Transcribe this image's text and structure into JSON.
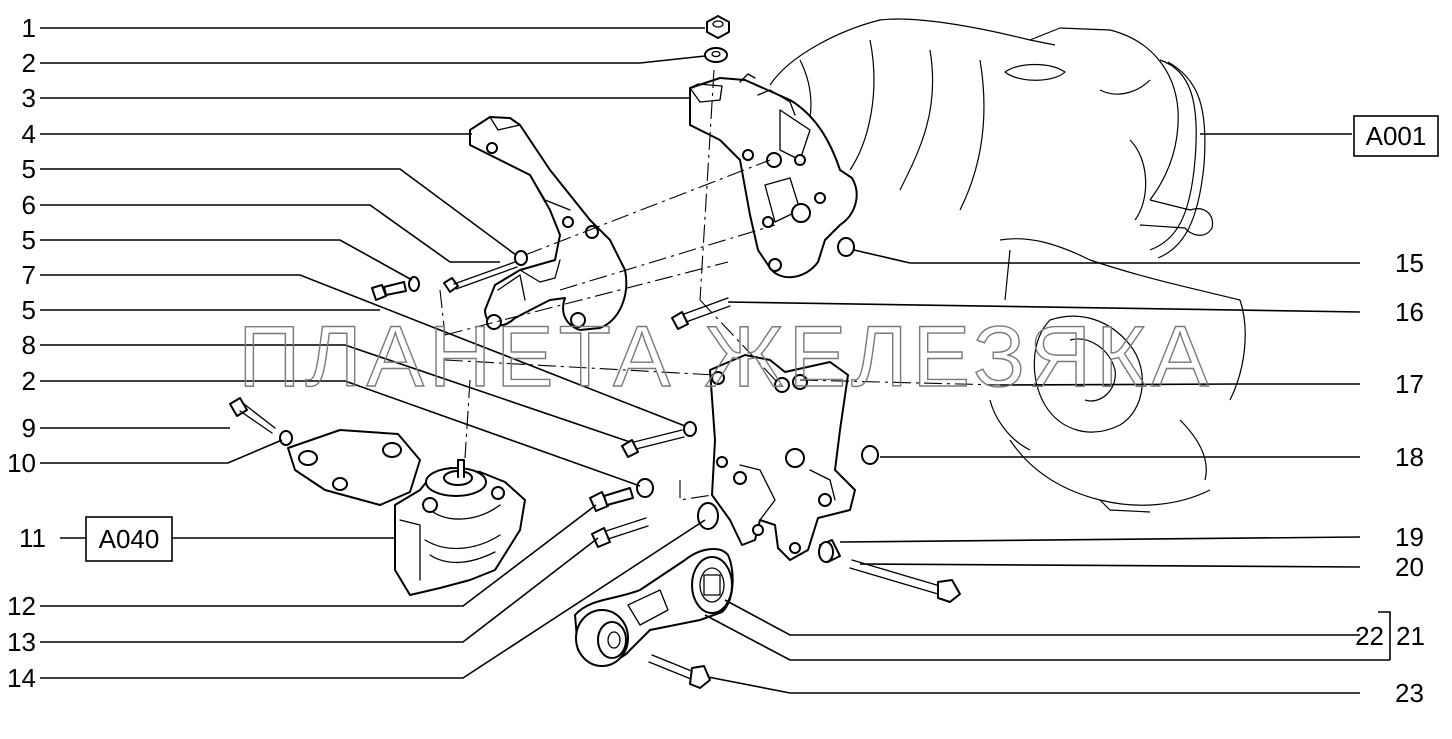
{
  "callouts_left": [
    "1",
    "2",
    "3",
    "4",
    "5",
    "6",
    "5",
    "7",
    "5",
    "8",
    "2",
    "9",
    "10",
    "11",
    "12",
    "13",
    "14"
  ],
  "callouts_right": [
    "15",
    "16",
    "17",
    "18",
    "19",
    "20",
    "21",
    "22",
    "23"
  ],
  "references": {
    "engine": "A001",
    "engine_mount": "A040"
  },
  "watermark": "ПЛАНЕТА ЖЕЛЕЗЯКА"
}
